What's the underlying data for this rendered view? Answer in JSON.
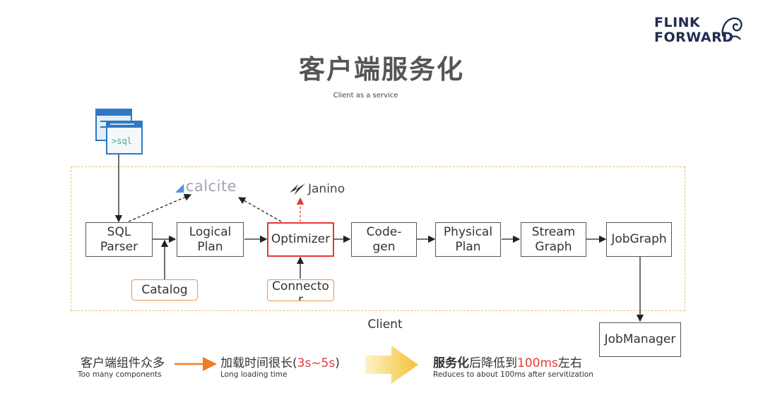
{
  "logo": {
    "line1": "FLINK",
    "line2": "FORWARD"
  },
  "title": "客户端服务化",
  "subtitle": "Client as a service",
  "sql_icon_label": ">sql",
  "calcite_label": "calcite",
  "janino_label": "Janino",
  "client_label": "Client",
  "nodes": {
    "sql_parser": "SQL Parser",
    "logical_plan": "Logical Plan",
    "optimizer": "Optimizer",
    "codegen": "Code-gen",
    "physical_plan": "Physical Plan",
    "stream_graph": "Stream Graph",
    "job_graph": "JobGraph",
    "catalog": "Catalog",
    "connector": "Connector",
    "job_manager": "JobManager"
  },
  "footer": {
    "left_cn": "客户端组件众多",
    "left_en": "Too many components",
    "mid_cn": "加载时间很长(",
    "mid_highlight": "3s~5s",
    "mid_cn_end": ")",
    "mid_en": "Long loading time",
    "right_bold": "服务化",
    "right_cn": "后降低到",
    "right_highlight": "100ms",
    "right_cn_end": "左右",
    "right_en": "Reduces to about 100ms after servitization"
  },
  "colors": {
    "accent_red": "#e53935",
    "accent_orange": "#f0944a",
    "frame_dashed": "#e8c46a",
    "sql_icon_blue": "#2f78c2",
    "sql_text_green": "#3cb371",
    "arrow_gold": "#f3c234"
  }
}
